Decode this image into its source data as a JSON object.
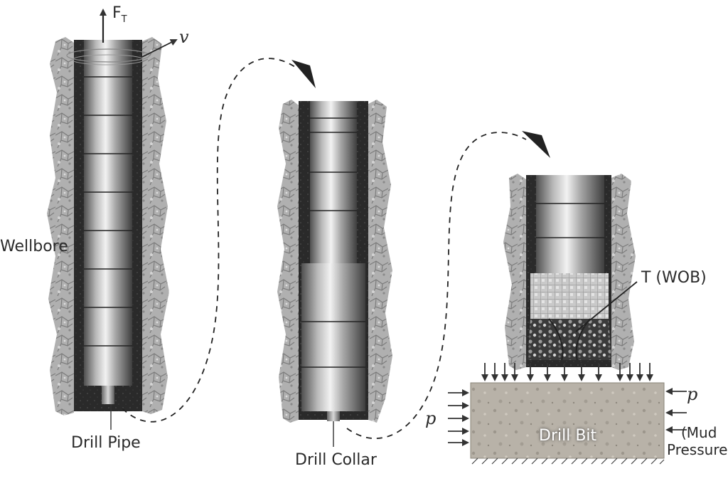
{
  "labels": {
    "force_top": "F",
    "force_top_sub": "T",
    "velocity": "v",
    "wellbore": "Wellbore",
    "drill_pipe": "Drill Pipe",
    "drill_collar": "Drill Collar",
    "wob": "T (WOB)",
    "pressure_left": "p",
    "pressure_right": "p",
    "drill_bit": "Drill Bit",
    "mud_line1": "(Mud",
    "mud_line2": "Pressure"
  },
  "colors": {
    "rock": "#a9a9a9",
    "annulus": "#2b2b2b",
    "steel_dark": "#5e5e5e",
    "steel_light": "#e8e8e8",
    "rock_block": "#b3ada3",
    "arrow": "#333333"
  }
}
